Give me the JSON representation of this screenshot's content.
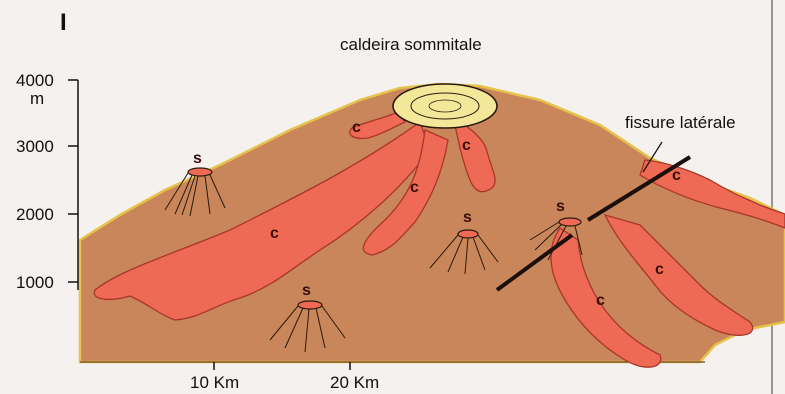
{
  "panel_mark": "I",
  "y_axis": {
    "unit": "m",
    "ticks": [
      "1000",
      "2000",
      "3000",
      "4000"
    ]
  },
  "x_axis": {
    "ticks": [
      "10 Km",
      "20 Km"
    ]
  },
  "labels": {
    "caldera": "caldeira sommitale",
    "fissure": "fissure latérale"
  },
  "markers": {
    "cone": "s",
    "flow": "c"
  },
  "colors": {
    "background": "#f4f1ee",
    "edifice": "#c9865a",
    "lava": "#ef6a55",
    "lava_outline": "#a8362a",
    "caldera": "#f3e89a",
    "surface_line": "#e6c24a"
  }
}
